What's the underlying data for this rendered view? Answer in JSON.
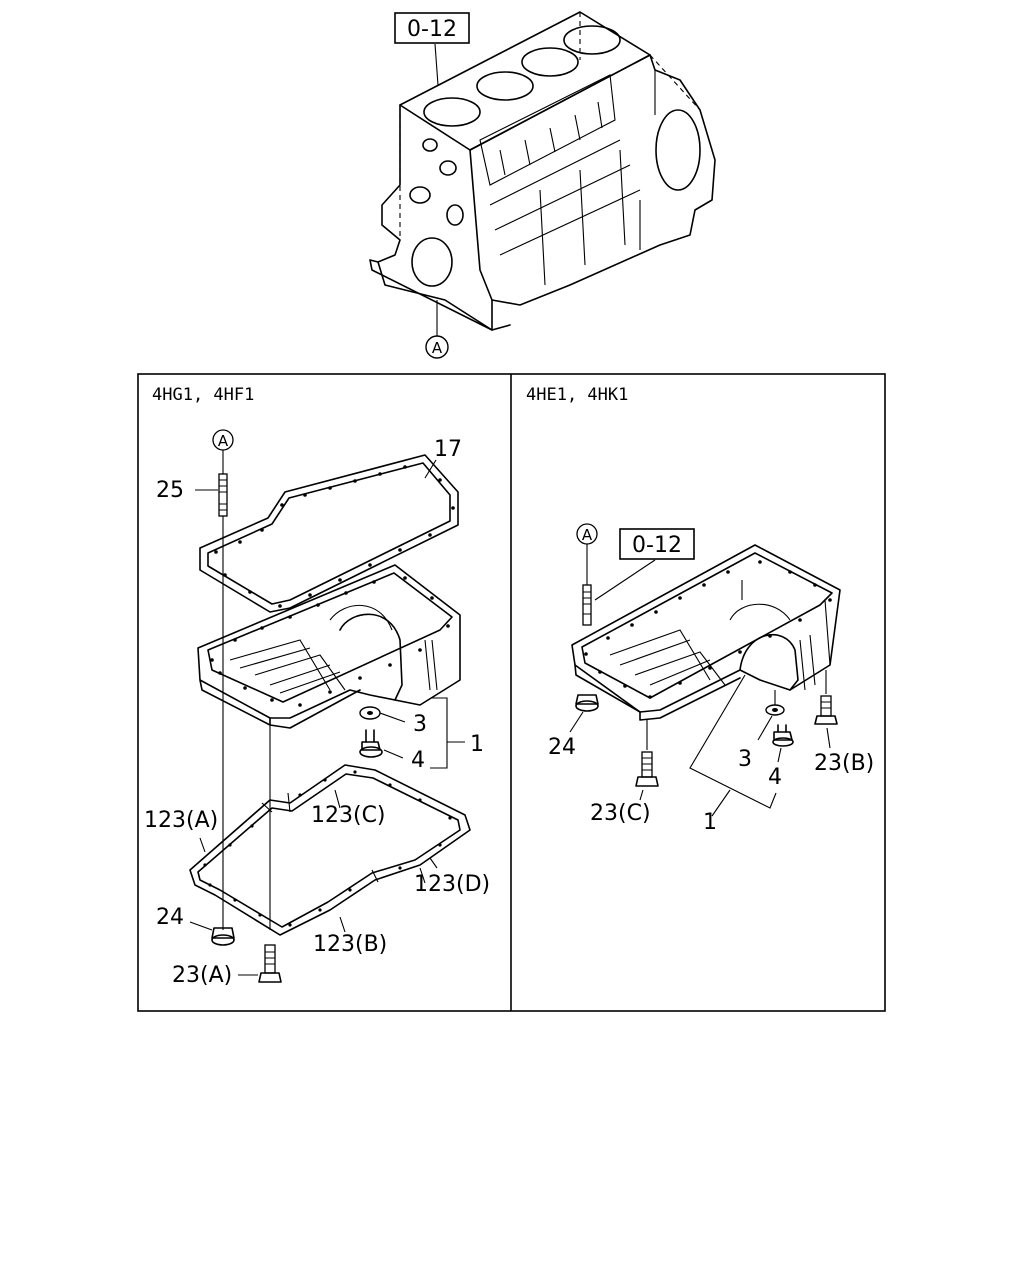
{
  "block": {
    "ref_box": "0-12",
    "ref_circle": "A"
  },
  "left_panel": {
    "header": "4HG1, 4HF1",
    "ref_circle": "A",
    "labels": {
      "l25": "25",
      "l17": "17",
      "l3": "3",
      "l1": "1",
      "l4": "4",
      "l123a": "123(A)",
      "l123c": "123(C)",
      "l123d": "123(D)",
      "l123b": "123(B)",
      "l24": "24",
      "l23a": "23(A)"
    }
  },
  "right_panel": {
    "header": "4HE1, 4HK1",
    "ref_circle": "A",
    "ref_box": "0-12",
    "labels": {
      "l24": "24",
      "l3": "3",
      "l4": "4",
      "l23b": "23(B)",
      "l23c": "23(C)",
      "l1": "1"
    }
  }
}
